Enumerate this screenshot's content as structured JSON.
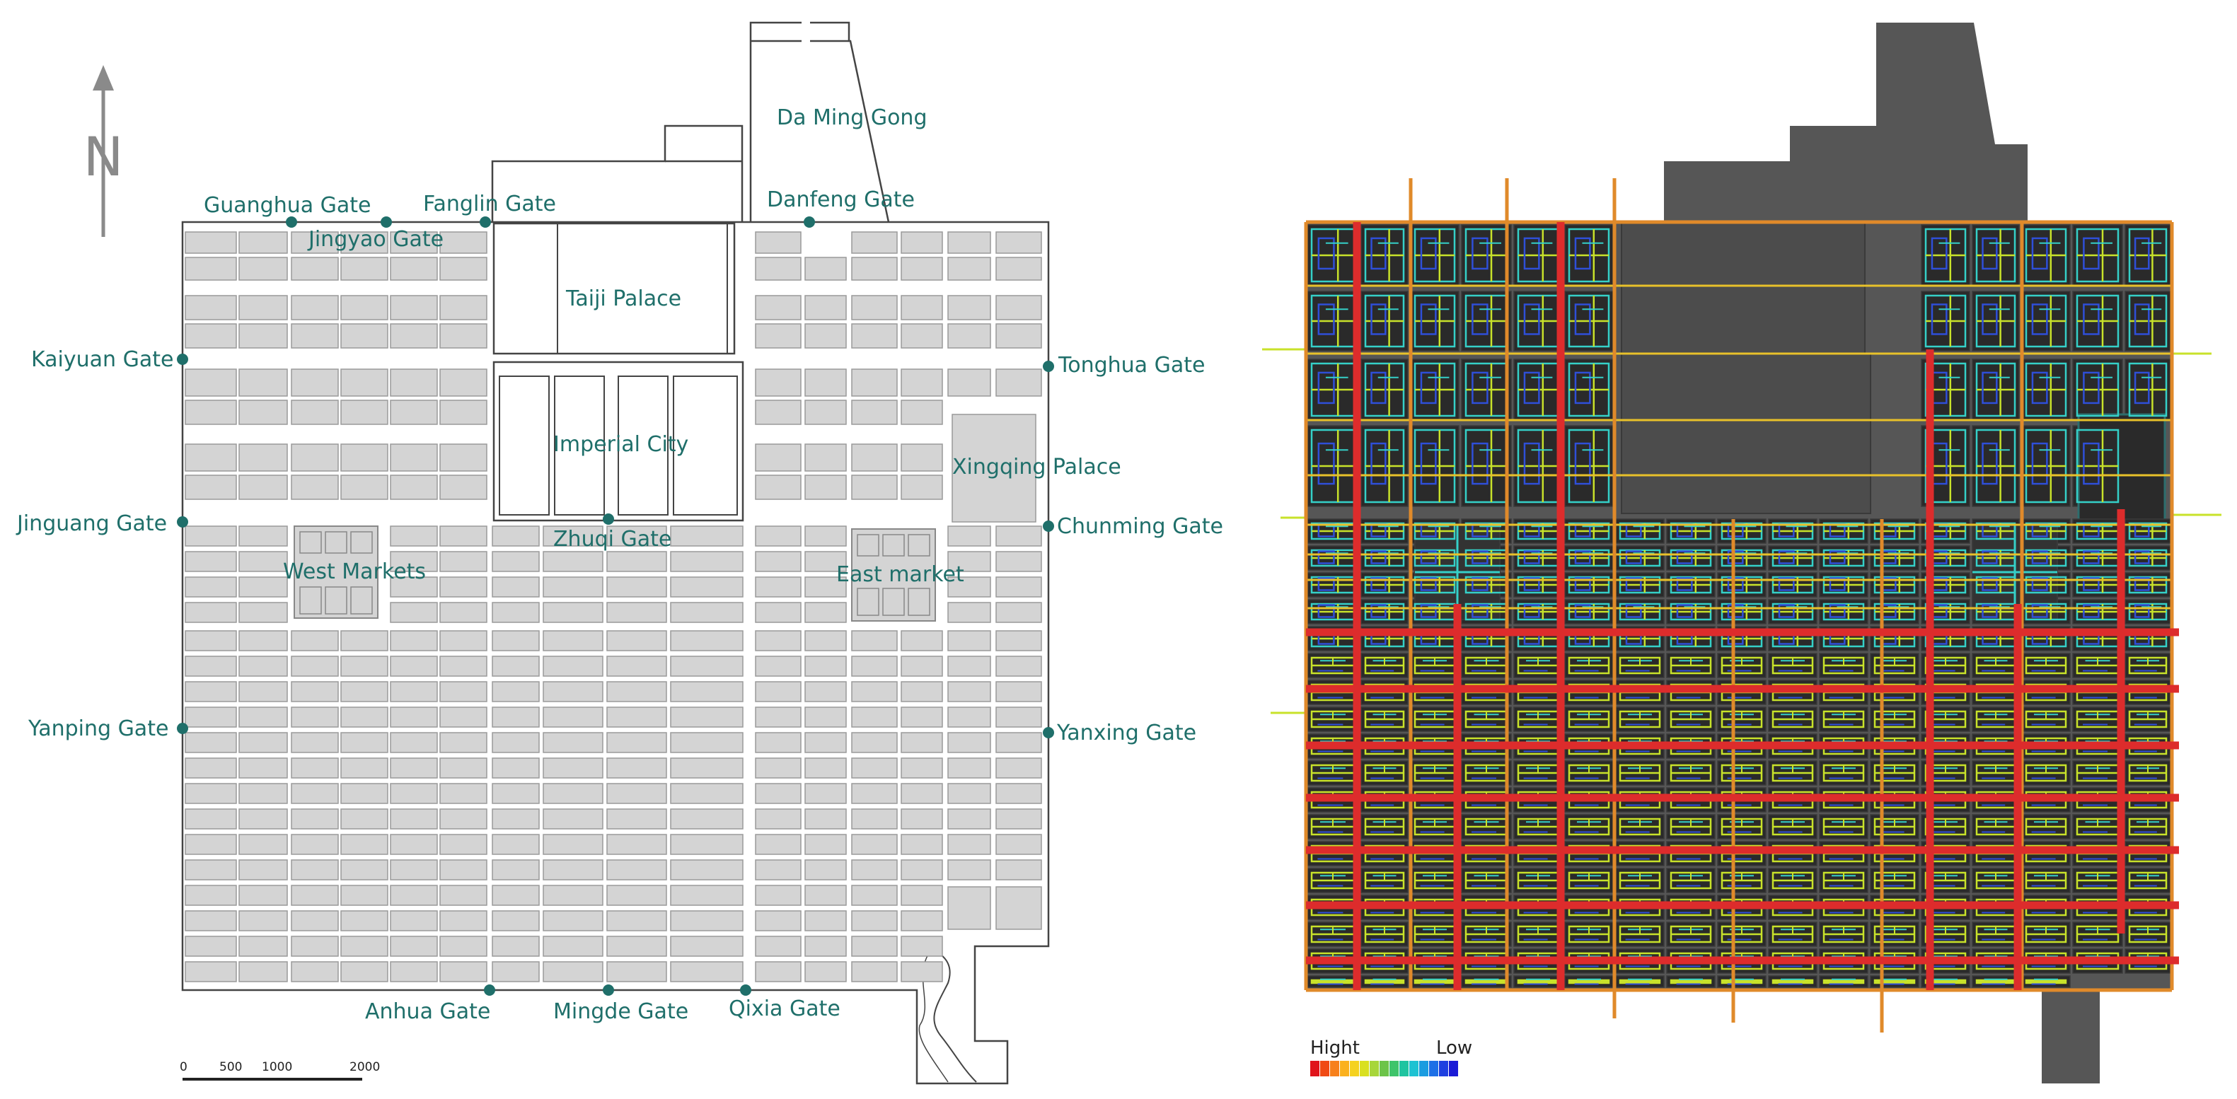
{
  "north_arrow": {
    "letter": "N"
  },
  "scale_bar": {
    "ticks": [
      "0",
      "500",
      "1000",
      "2000"
    ]
  },
  "left_map": {
    "labels": {
      "da_ming_gong": "Da Ming Gong",
      "danfeng_gate": "Danfeng Gate",
      "guanghua_gate": "Guanghua Gate",
      "fanglin_gate": "Fanglin Gate",
      "jingyao_gate": "Jingyao Gate",
      "taiji_palace": "Taiji Palace",
      "kaiyuan_gate": "Kaiyuan Gate",
      "tonghua_gate": "Tonghua Gate",
      "imperial_city": "Imperial City",
      "xingqing_palace": "Xingqing Palace",
      "jinguang_gate": "Jinguang Gate",
      "zhuqi_gate": "Zhuqi Gate",
      "chunming_gate": "Chunming Gate",
      "west_markets": "West Markets",
      "east_market": "East market",
      "yanping_gate": "Yanping Gate",
      "yanxing_gate": "Yanxing Gate",
      "anhua_gate": "Anhua Gate",
      "mingde_gate": "Mingde Gate",
      "qixia_gate": "Qixia Gate"
    }
  },
  "right_map": {
    "legend": {
      "high_label": "Hight",
      "low_label": "Low",
      "colors": [
        "#e0141b",
        "#f04a14",
        "#f7801b",
        "#fbb11e",
        "#f5d21f",
        "#d9e021",
        "#a7d63a",
        "#6cc449",
        "#3ec46a",
        "#1fc4a0",
        "#1ec2d2",
        "#1b9ce0",
        "#1d6fe6",
        "#1e3fe0",
        "#1b1bd6"
      ]
    },
    "colors": {
      "background": "#565656",
      "block": "#2a2a2a",
      "major_road": "#dd2c2c",
      "secondary_road": "#e08a2a",
      "minor_road": "#e8c12a",
      "lane_high": "#c8e22a",
      "lane_mid": "#35d0c8",
      "lane_low": "#2f4fd8"
    }
  }
}
